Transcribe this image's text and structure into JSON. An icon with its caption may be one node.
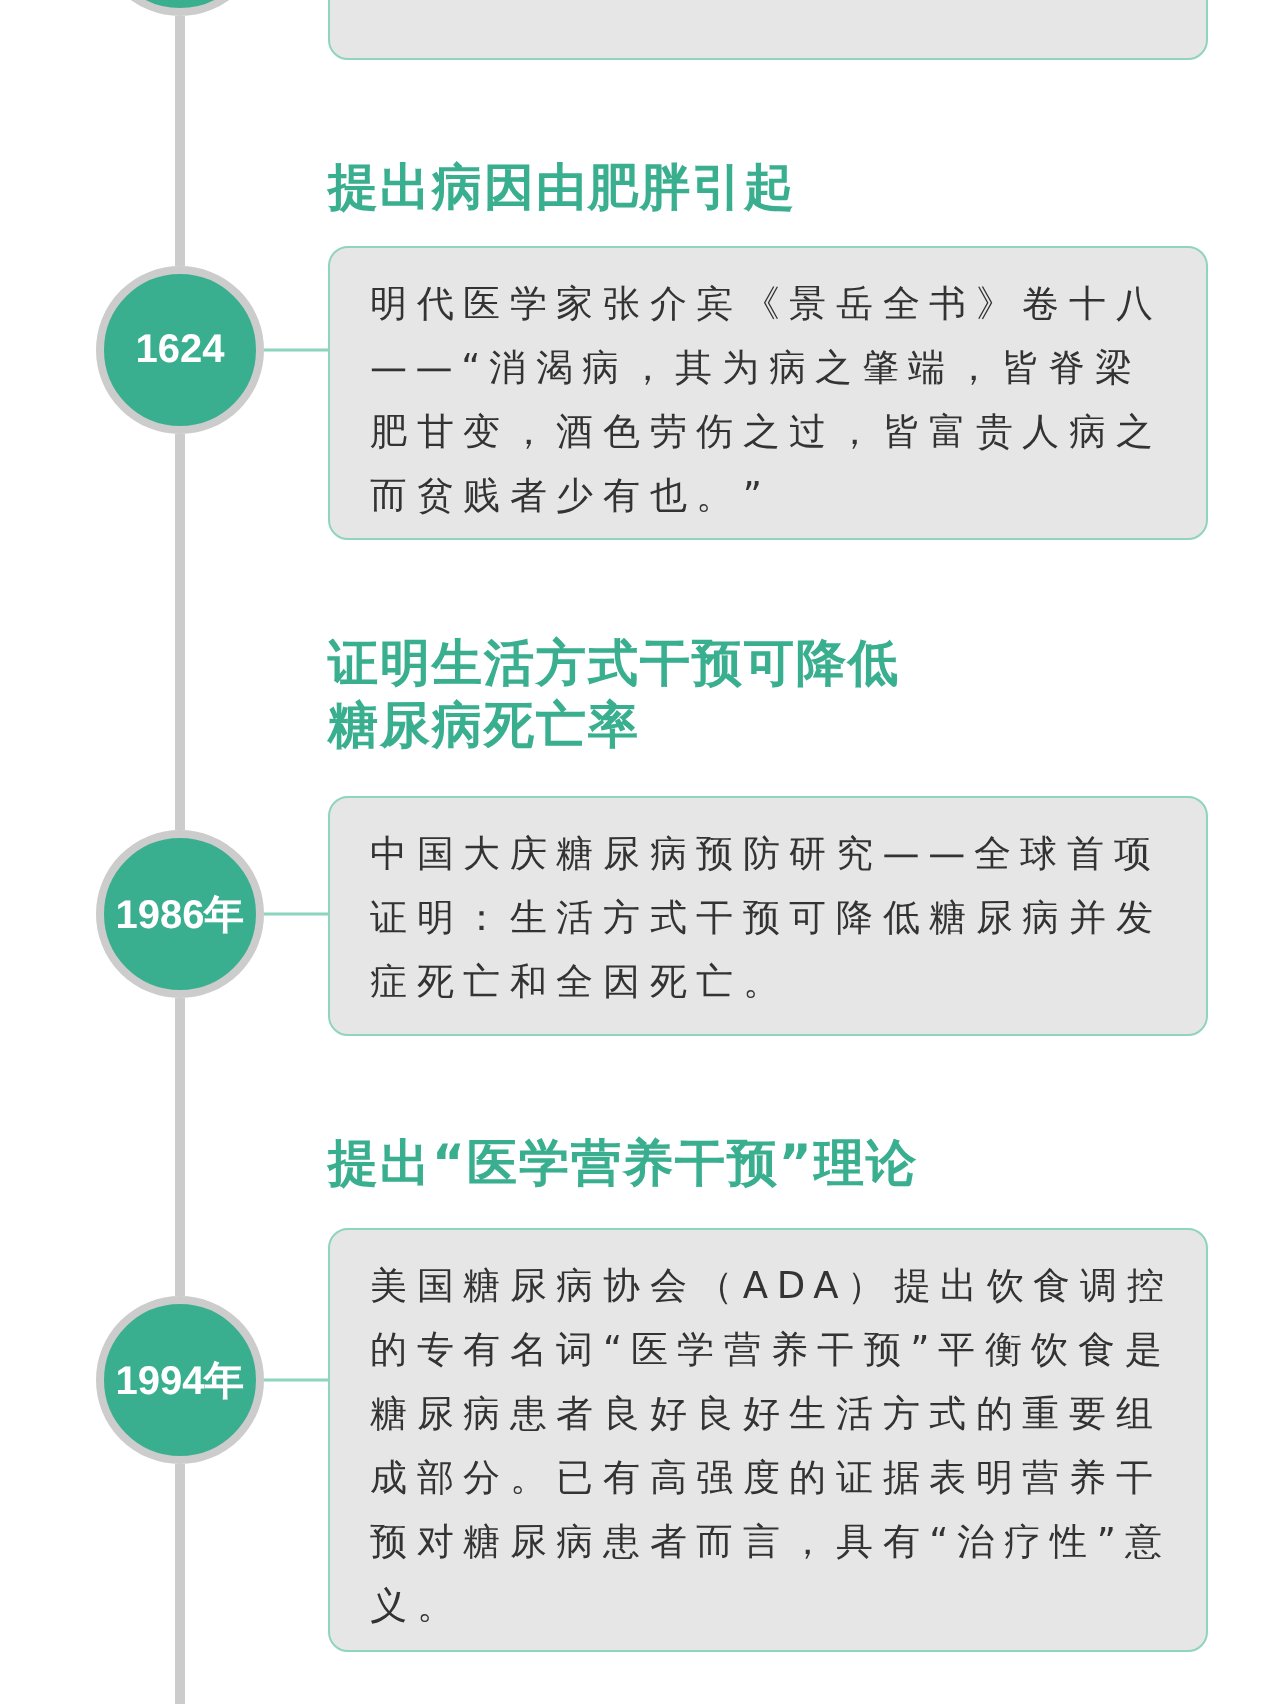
{
  "diagram": {
    "nodes": [
      {
        "text": [],
        "shape": "circle"
      },
      {
        "text": [],
        "shape": "box"
      },
      {
        "text": [
          "1624"
        ]
      },
      {
        "text": [
          "提出病因由肥胖引起",
          "明代医学家张介宾《景岳全书》卷十八——“消渴病，其为病之肇端，皆脊梁肥甘变，酒色劳伤之过，皆富贵人病之而贫贱者少有也。”"
        ]
      },
      {
        "text": [
          "1986年"
        ]
      },
      {
        "text": [
          "证明生活方式干预可降低糖尿病死亡率",
          "中国大庆糖尿病预防研究——全球首项证明：生活方式干预可降低糖尿病并发症死亡和全因死亡。"
        ]
      },
      {
        "text": [
          "1994年"
        ]
      },
      {
        "text": [
          "提出“医学营养干预”理论",
          "美国糖尿病协会（ADA）提出饮食调控的专有名词“医学营养干预”平衡饮食是糖尿病患者良好良好生活方式的重要组成部分。已有高强度的证据表明营养干预对糖尿病患者而言，具有“治疗性”意义。"
        ]
      }
    ],
    "edges": [
      {
        "from": 0,
        "to": 2,
        "arrow": "none"
      },
      {
        "from": 2,
        "to": 3,
        "arrow": "none",
        "color": "#8ed4bf"
      },
      {
        "from": 2,
        "to": 4,
        "arrow": "none"
      },
      {
        "from": 4,
        "to": 5,
        "arrow": "none",
        "color": "#8ed4bf"
      },
      {
        "from": 4,
        "to": 6,
        "arrow": "none"
      },
      {
        "from": 6,
        "to": 7,
        "arrow": "none",
        "color": "#8ed4bf"
      },
      {
        "from": 6,
        "to": null,
        "arrow": "none"
      }
    ]
  }
}
